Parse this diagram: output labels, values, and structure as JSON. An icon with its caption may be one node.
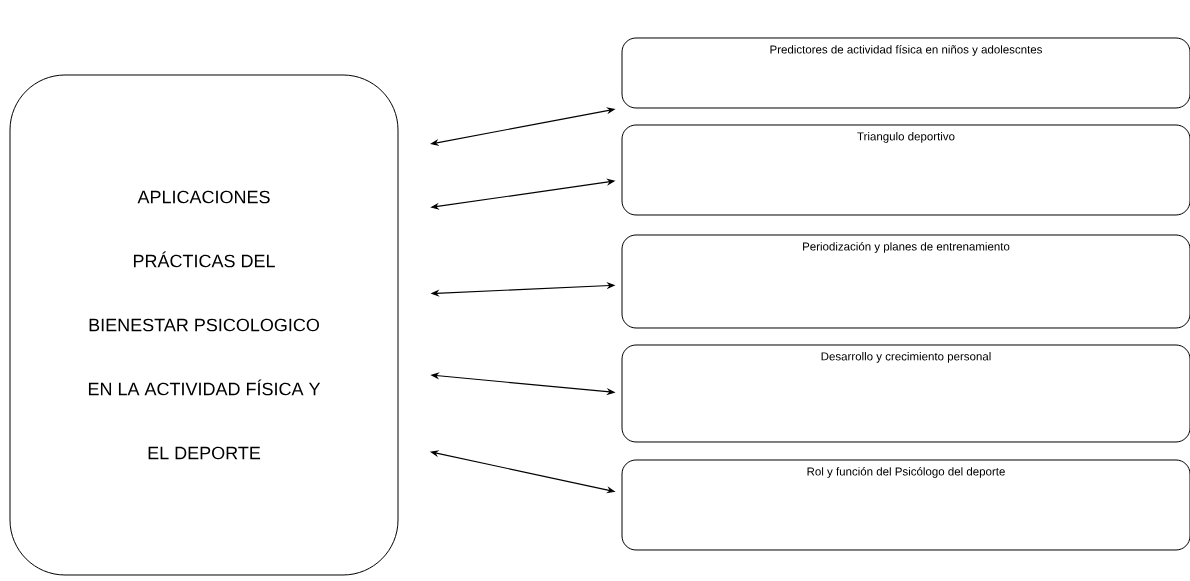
{
  "diagram": {
    "nodes": [
      {
        "text": [
          "APLICACIONES PRÁCTICAS DEL BIENESTAR PSICOLOGICO EN LA ACTIVIDAD FÍSICA Y EL DEPORTE"
        ]
      },
      {
        "text": [
          "Predictores de actividad física en niños y adolescntes"
        ]
      },
      {
        "text": [
          "Triangulo deportivo"
        ]
      },
      {
        "text": [
          "Periodización y planes de entrenamiento"
        ]
      },
      {
        "text": [
          "Desarrollo y crecimiento personal"
        ]
      },
      {
        "text": [
          "Rol y función del Psicólogo del deporte"
        ]
      }
    ],
    "edges": [
      {
        "from": 0,
        "to": 1,
        "arrow": "both"
      },
      {
        "from": 0,
        "to": 2,
        "arrow": "both"
      },
      {
        "from": 0,
        "to": 3,
        "arrow": "both"
      },
      {
        "from": 0,
        "to": 4,
        "arrow": "both"
      },
      {
        "from": 0,
        "to": 5,
        "arrow": "both"
      }
    ]
  }
}
